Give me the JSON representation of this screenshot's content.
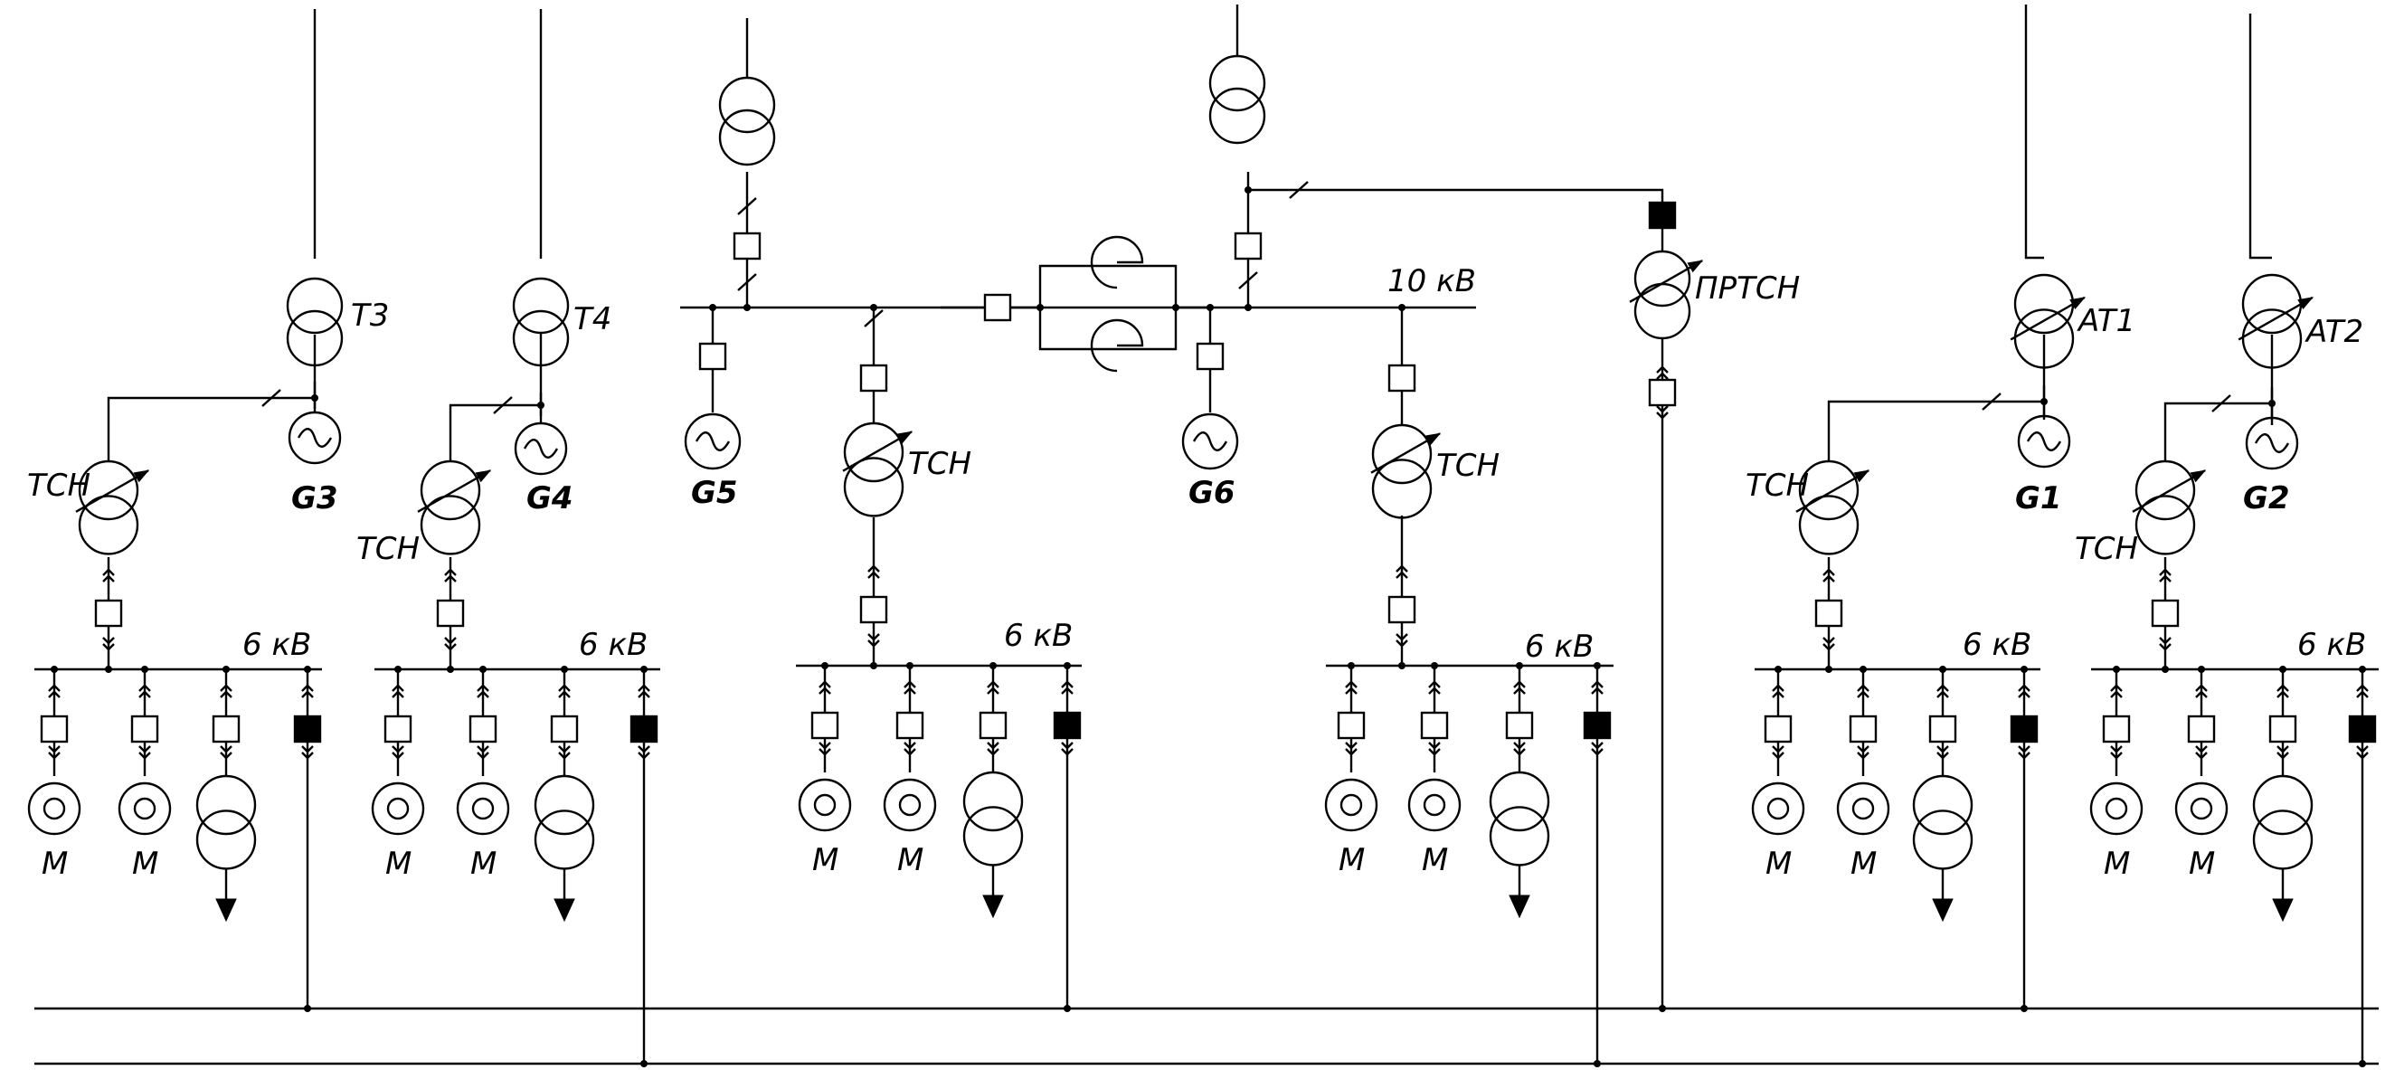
{
  "labels": {
    "t3": "T3",
    "t4": "T4",
    "g1": "G1",
    "g2": "G2",
    "g3": "G3",
    "g4": "G4",
    "g5": "G5",
    "g6": "G6",
    "at1": "AT1",
    "at2": "AT2",
    "tsn": "ТСН",
    "prtsn": "ПРТСН",
    "v10": "10 кВ",
    "v6": "6 кВ",
    "motor": "M"
  }
}
